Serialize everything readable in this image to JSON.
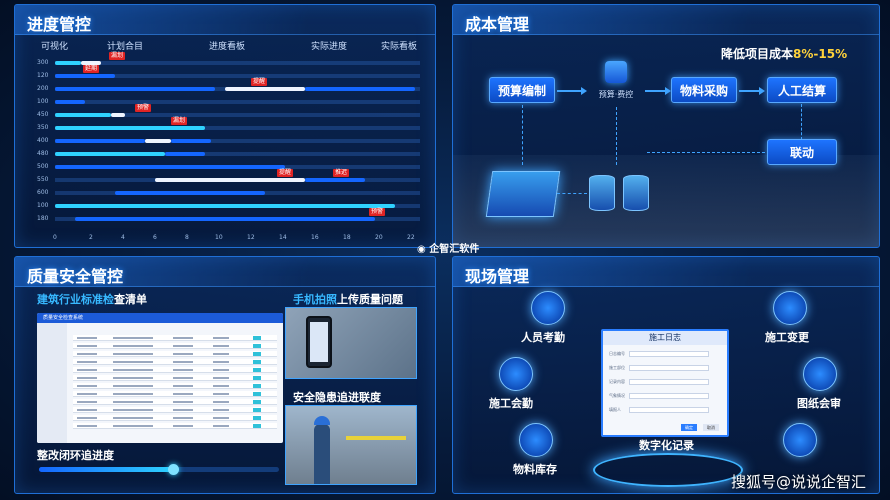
{
  "progress": {
    "title": "进度管控",
    "columns": [
      "可视化",
      "计划合目",
      "进度看板",
      "实际进度",
      "实际看板"
    ],
    "y_labels": [
      "300",
      "120",
      "200",
      "100",
      "450",
      "350",
      "400",
      "480",
      "500",
      "550",
      "600",
      "100",
      "180"
    ],
    "x_labels": [
      "0",
      "2",
      "4",
      "6",
      "8",
      "10",
      "12",
      "14",
      "16",
      "18",
      "20",
      "22"
    ],
    "flags": [
      "漏划",
      "延期",
      "提醒",
      "预警",
      "漏划",
      "提醒",
      "推迟",
      "预警"
    ]
  },
  "cost": {
    "title": "成本管理",
    "badge_prefix": "降低项目成本",
    "badge_value": "8%-15%",
    "box_budget": "预算编制",
    "box_center": "预算·费控",
    "box_material": "物料采购",
    "box_labor": "人工结算",
    "box_link": "联动"
  },
  "quality": {
    "title": "质量安全管控",
    "checklist_hl": "建筑行业标准检",
    "checklist_rest": "查清单",
    "photo_hl": "手机拍照",
    "photo_rest": "上传质量问题",
    "hazard": "安全隐患追进联度",
    "rectify": "整改闭环追进度",
    "mock_title": "质量安全检查系统",
    "slider_value": 0.56
  },
  "site": {
    "title": "现场管理",
    "log_title": "施工日志",
    "log_fields": [
      "日志编号",
      "施工部位",
      "记录内容",
      "气象情况",
      "填报人"
    ],
    "log_ok": "确定",
    "log_cancel": "取消",
    "attendance": "人员考勤",
    "change": "施工变更",
    "meeting": "施工会勤",
    "drawing": "图纸会审",
    "inventory": "物料库存",
    "digital": "数字化记录"
  },
  "logo_text": "企智汇软件",
  "watermark": "搜狐号@说说企智汇"
}
